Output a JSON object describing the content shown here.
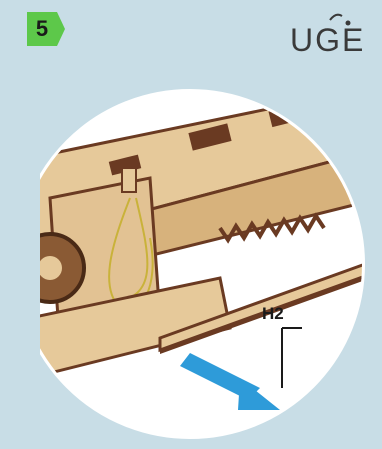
{
  "step": {
    "number": "5"
  },
  "brand": {
    "text": "UGE"
  },
  "illustration": {
    "part_label": "H2"
  },
  "colors": {
    "background": "#c8dde6",
    "badge_green": "#5dc84a",
    "wood_light": "#e6c99a",
    "wood_dark": "#6a3a22",
    "arrow_blue": "#2e9bd9"
  }
}
